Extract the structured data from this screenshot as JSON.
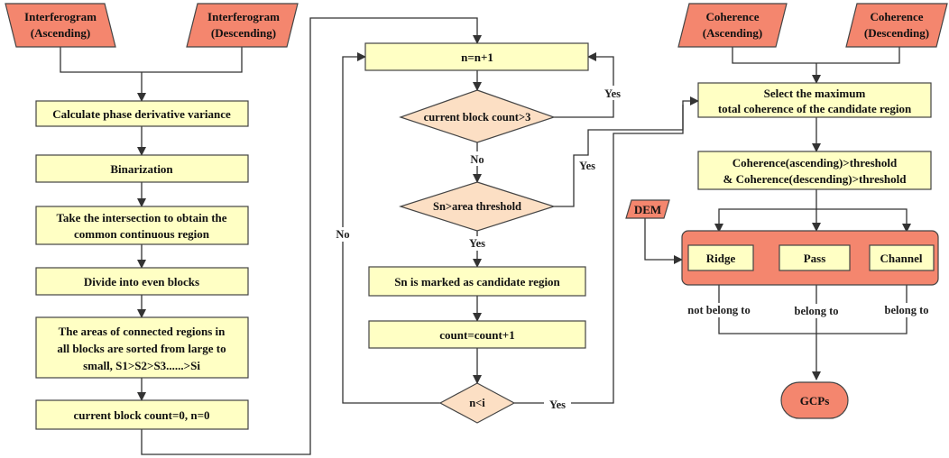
{
  "inputs": {
    "interferogram_asc": [
      "Interferogram",
      "(Ascending)"
    ],
    "interferogram_desc": [
      "Interferogram",
      "(Descending)"
    ],
    "coherence_asc": [
      "Coherence",
      "(Ascending)"
    ],
    "coherence_desc": [
      "Coherence",
      "(Descending)"
    ],
    "dem": "DEM"
  },
  "left": {
    "phase_variance": "Calculate phase derivative variance",
    "binarization": "Binarization",
    "intersection": [
      "Take the intersection to obtain the",
      "common continuous region"
    ],
    "divide": "Divide into even blocks",
    "sort": [
      "The areas of connected regions in",
      "all blocks are sorted from large to",
      "small, S1>S2>S3......>Si"
    ],
    "init": "current block count=0, n=0"
  },
  "middle": {
    "increment_n": "n=n+1",
    "block_check": "current block count>3",
    "area_check": "Sn>area threshold",
    "mark_candidate": "Sn is marked as candidate region",
    "increment_count": "count=count+1",
    "n_check": "n<i"
  },
  "right": {
    "select_max": [
      "Select the maximum",
      "total coherence of the candidate region"
    ],
    "threshold": [
      "Coherence(ascending)>threshold",
      "& Coherence(descending)>threshold"
    ],
    "ridge": "Ridge",
    "pass": "Pass",
    "channel": "Channel",
    "gcps": "GCPs"
  },
  "edge_labels": {
    "yes_block": "Yes",
    "no_block": "No",
    "yes_area": "Yes",
    "yes_area_right": "Yes",
    "no_loop": "No",
    "yes_ni": "Yes",
    "not_belong": "not belong to",
    "belong_pass": "belong to",
    "belong_channel": "belong to"
  },
  "colors": {
    "process_fill": "#ffffc4",
    "io_fill": "#f4866e",
    "decision_fill": "#fcdfc4"
  }
}
